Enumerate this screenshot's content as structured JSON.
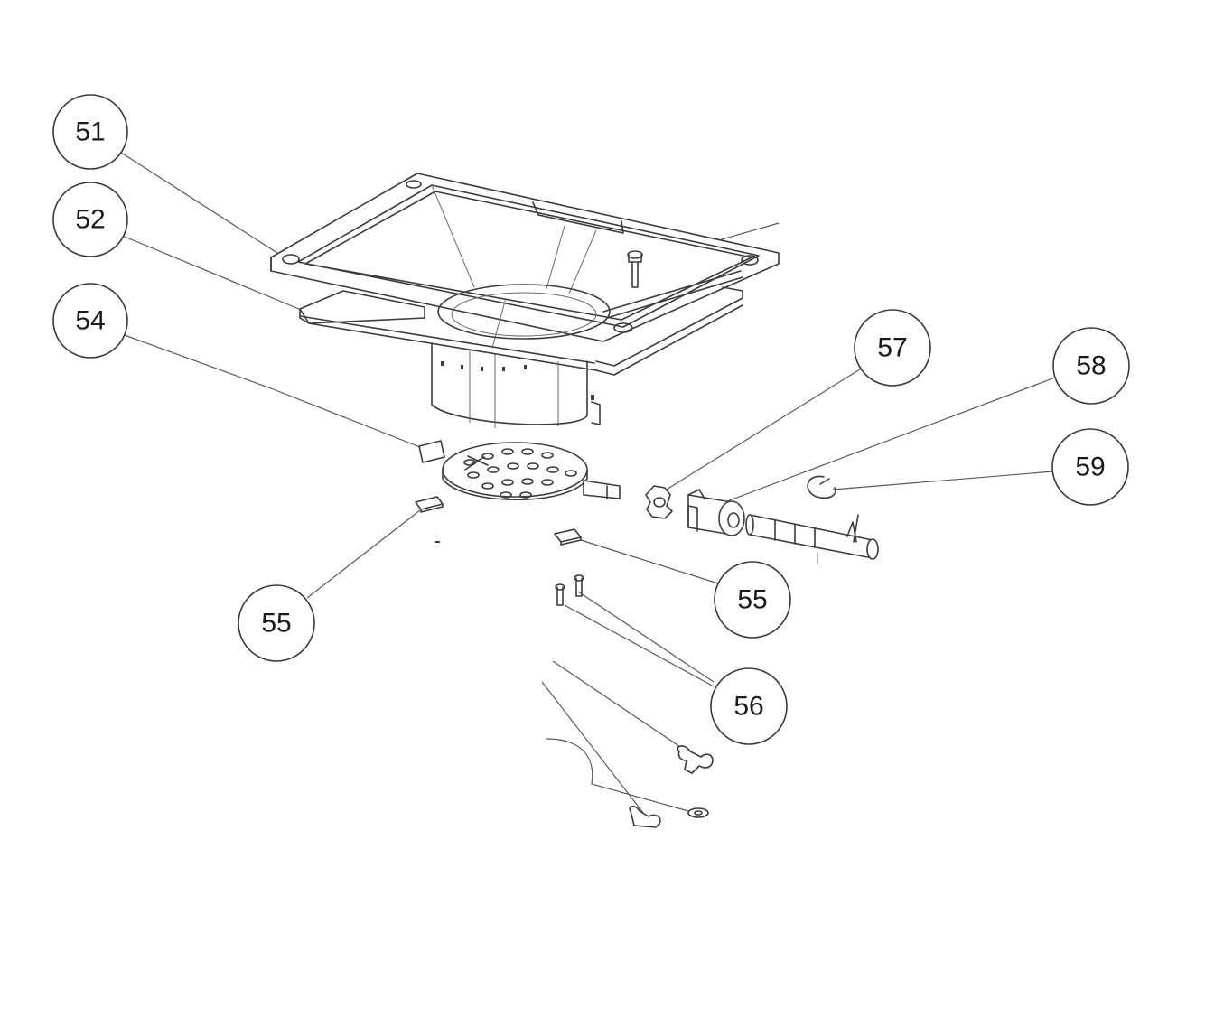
{
  "diagram": {
    "callouts": [
      {
        "id": "c51",
        "label": "51"
      },
      {
        "id": "c52",
        "label": "52"
      },
      {
        "id": "c54",
        "label": "54"
      },
      {
        "id": "c57",
        "label": "57"
      },
      {
        "id": "c58",
        "label": "58"
      },
      {
        "id": "c59",
        "label": "59"
      },
      {
        "id": "c55a",
        "label": "55"
      },
      {
        "id": "c55b",
        "label": "55"
      },
      {
        "id": "c56",
        "label": "56"
      }
    ]
  },
  "colors": {
    "line": "#3c3c3c",
    "background": "#ffffff"
  }
}
